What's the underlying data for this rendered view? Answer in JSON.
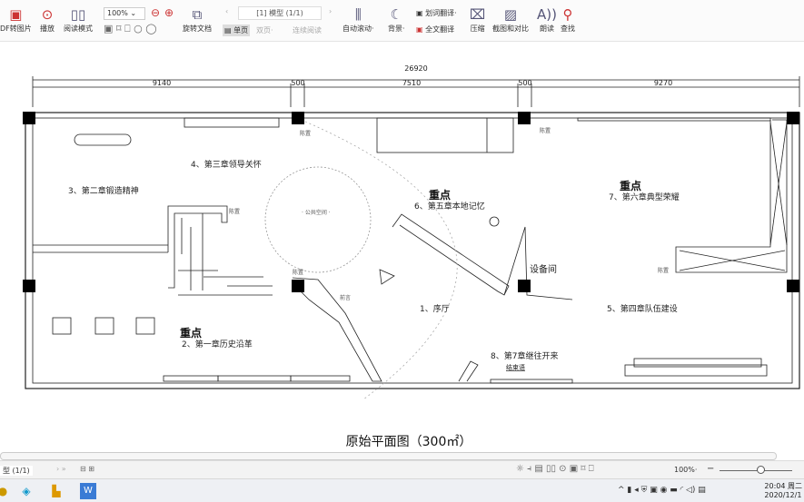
{
  "toolbar": {
    "items": [
      {
        "label": "DF转图片",
        "icon": "pdf-to-image-icon"
      },
      {
        "label": "播放",
        "icon": "play-icon"
      },
      {
        "label": "阅读模式",
        "icon": "book-icon"
      },
      {
        "label": "旋转文档",
        "icon": "rotate-icon"
      },
      {
        "label": "自动滚动·",
        "icon": "auto-scroll-icon"
      },
      {
        "label": "背景·",
        "icon": "moon-icon"
      },
      {
        "label": "压缩",
        "icon": "compress-icon"
      },
      {
        "label": "截图和对比",
        "icon": "screenshot-icon"
      },
      {
        "label": "朗读",
        "icon": "read-aloud-icon"
      },
      {
        "label": "查找",
        "icon": "search-icon"
      }
    ],
    "zoom": "100%",
    "page_field": "[1] 模型 (1/1)",
    "single_page": "单页",
    "double_page": "双页·",
    "continuous": "连续阅读",
    "word_translate": "划词翻译·",
    "full_translate": "全文翻译"
  },
  "drawing": {
    "total_dim": "26920",
    "dims": [
      "9140",
      "500",
      "7510",
      "500",
      "9270"
    ],
    "zones": {
      "z1": "1、序厅",
      "z2": "2、第一章历史沿革",
      "z3": "3、第二章锻造精神",
      "z4": "4、第三章领导关怀",
      "z5": "5、第四章队伍建设",
      "z6": "6、第五章本地记忆",
      "z7": "7、第六章典型荣耀",
      "z8": "8、第7章继往开来"
    },
    "key": "重点",
    "equipment": "设备间",
    "public": "· 公共空间 ·",
    "end": "结束语",
    "setting": "陈置",
    "front": "前言"
  },
  "title": "原始平面图（300㎡）",
  "status": {
    "page": "型 (1/1)",
    "zoom": "100%·"
  },
  "taskbar": {
    "time": "20:04 周二",
    "date": "2020/12/1"
  }
}
